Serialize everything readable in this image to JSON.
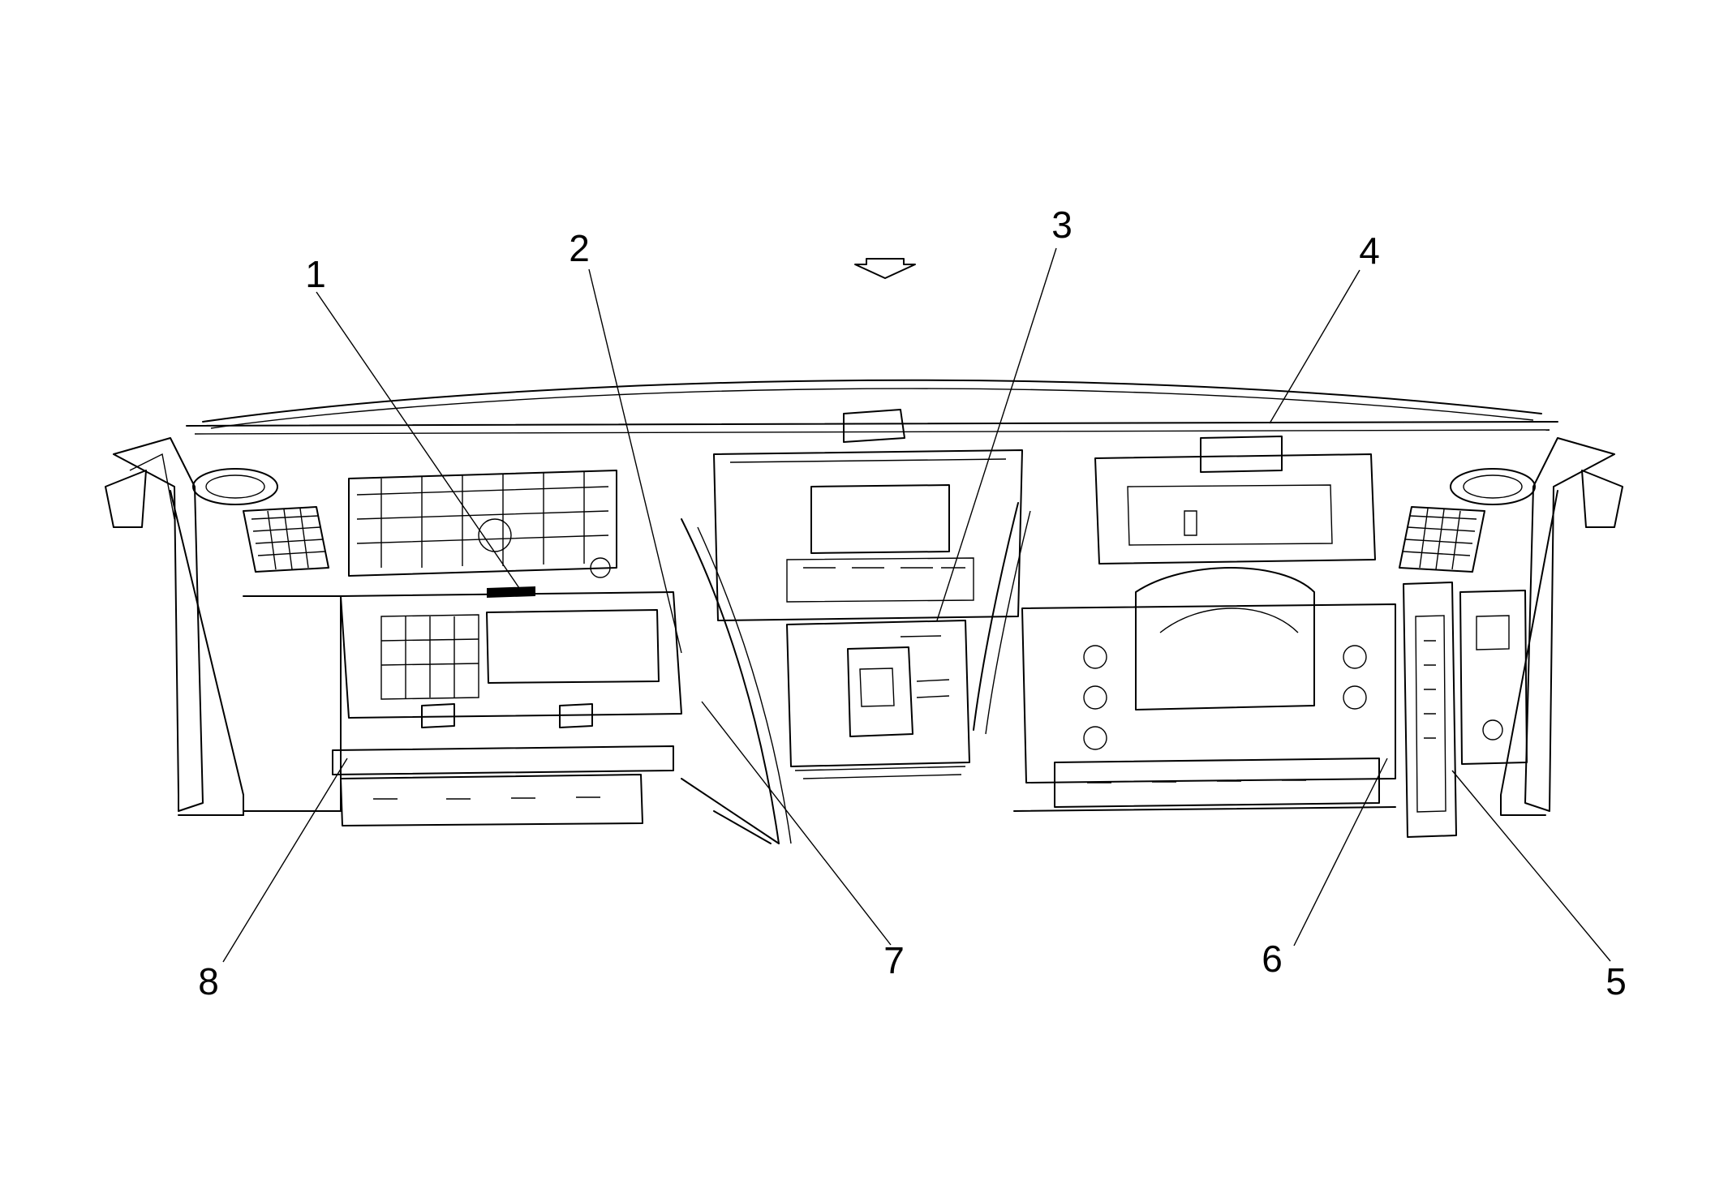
{
  "diagram": {
    "orientation_arrow_icon": "down-arrow-icon",
    "callouts": [
      {
        "id": "c1",
        "label": "1"
      },
      {
        "id": "c2",
        "label": "2"
      },
      {
        "id": "c3",
        "label": "3"
      },
      {
        "id": "c4",
        "label": "4"
      },
      {
        "id": "c5",
        "label": "5"
      },
      {
        "id": "c6",
        "label": "6"
      },
      {
        "id": "c7",
        "label": "7"
      },
      {
        "id": "c8",
        "label": "8"
      }
    ]
  }
}
